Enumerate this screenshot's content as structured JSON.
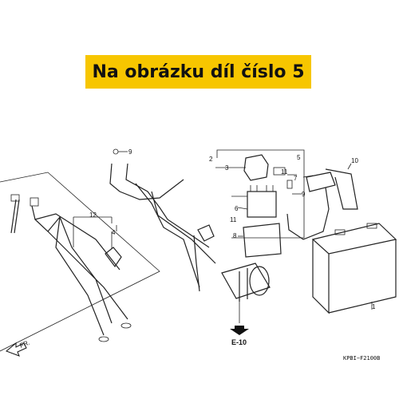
{
  "banner": {
    "text": "Na obrázku díl číslo 5",
    "color": "#f7c600"
  },
  "callouts": [
    "1",
    "2",
    "3",
    "4",
    "5",
    "6",
    "7",
    "8",
    "9",
    "9",
    "10",
    "11",
    "11",
    "12"
  ],
  "reference": "E-10",
  "direction_label": "FR.",
  "diagram_code": "KPBI−F2100B"
}
